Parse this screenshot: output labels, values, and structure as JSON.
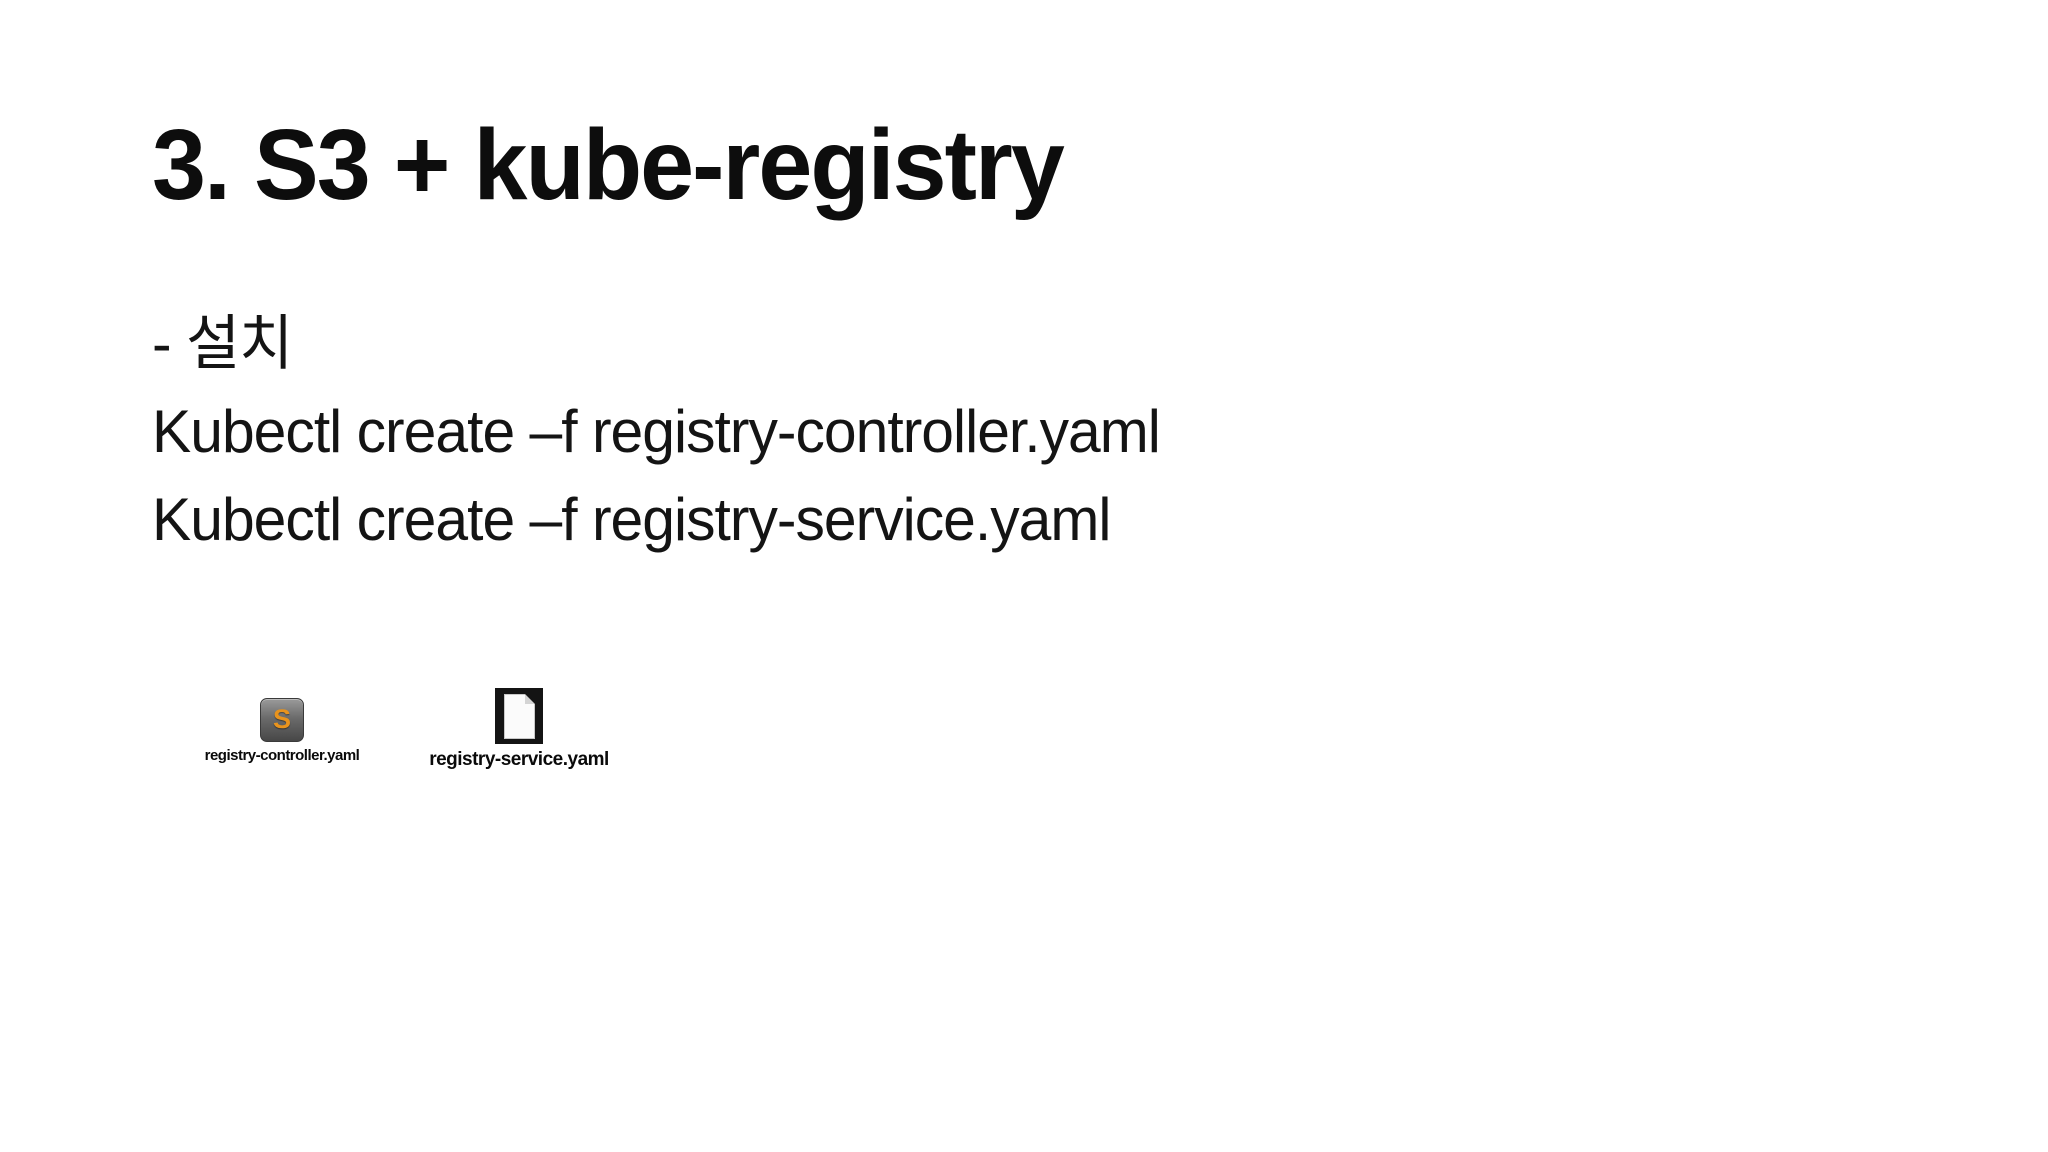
{
  "slide": {
    "title": "3. S3 + kube-registry",
    "body_lines": {
      "install": "- 설치",
      "cmd1": "Kubectl create –f registry-controller.yaml",
      "cmd2": "Kubectl create –f registry-service.yaml"
    },
    "files": {
      "controller": {
        "label": "registry-controller.yaml",
        "icon": "sublime-text-file-icon",
        "glyph": "S"
      },
      "service": {
        "label": "registry-service.yaml",
        "icon": "yaml-document-file-icon"
      }
    },
    "colors": {
      "background": "#ffffff",
      "text": "#141414",
      "sublime_orange": "#e8931d",
      "sublime_gray_top": "#9a9a9a",
      "sublime_gray_bottom": "#474747",
      "doc_frame": "#141414",
      "page_white": "#fbfbfb"
    }
  }
}
